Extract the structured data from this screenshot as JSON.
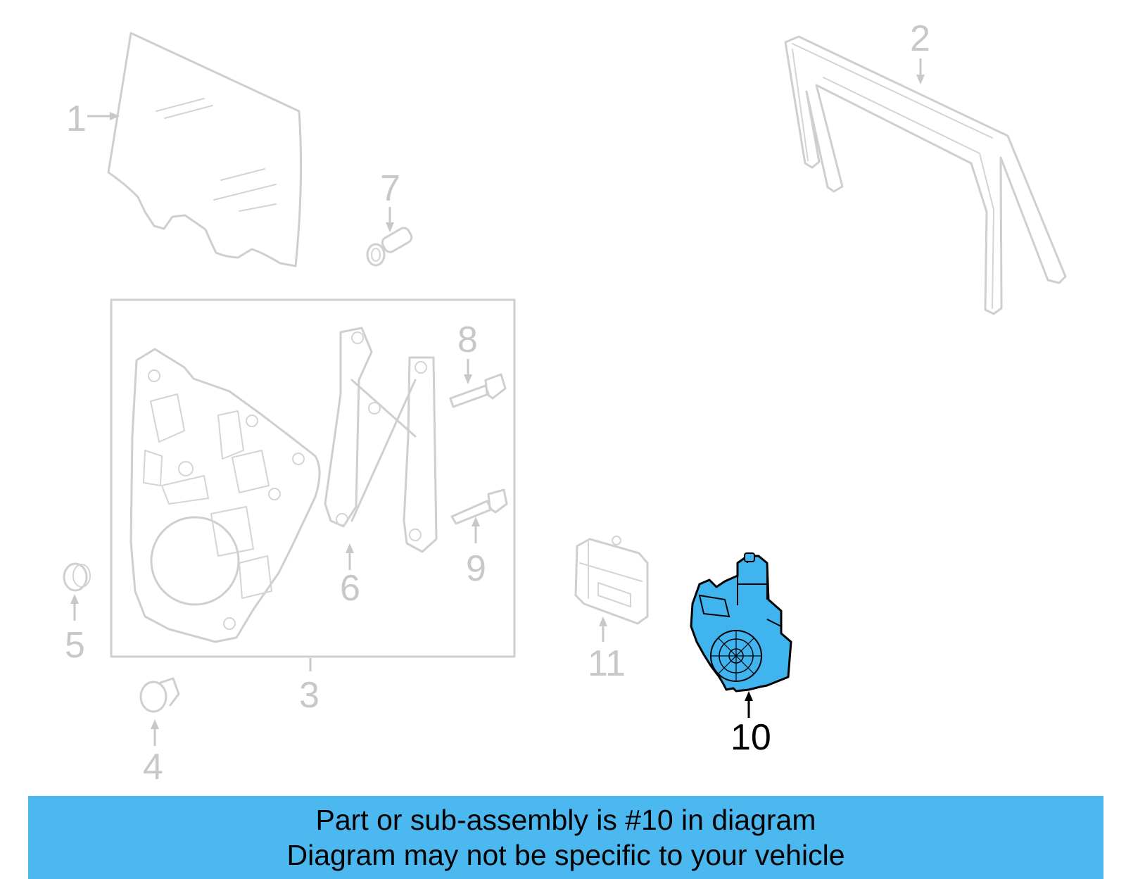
{
  "callouts": {
    "c1": "1",
    "c2": "2",
    "c3": "3",
    "c4": "4",
    "c5": "5",
    "c6": "6",
    "c7": "7",
    "c8": "8",
    "c9": "9",
    "c10": "10",
    "c11": "11"
  },
  "highlighted_part": "10",
  "colors": {
    "highlight": "#3fb4ef",
    "banner": "#4cb8f0",
    "ghost_line": "#cfcfcf",
    "callout_inactive": "#c8c8c8"
  },
  "banner": {
    "line1": "Part or sub-assembly is #10 in diagram",
    "line2": "Diagram may not be specific to your vehicle"
  }
}
